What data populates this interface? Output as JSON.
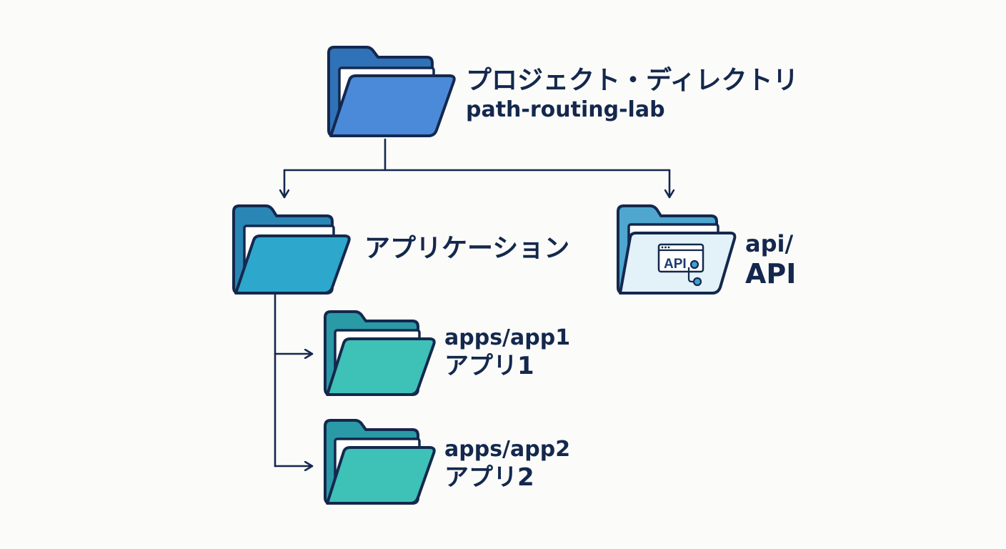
{
  "colors": {
    "ink": "#14284d",
    "root_front": "#4a8ad8",
    "root_back": "#2f72b8",
    "app_front": "#2ea7cc",
    "app_back": "#2a86b5",
    "sub_front": "#3ec1b6",
    "sub_back": "#2a9aa6",
    "api_front": "#e3f1f8",
    "api_back": "#4fa7cf",
    "paper": "#ffffff",
    "background": "#fbfbf9"
  },
  "root": {
    "icon": "folder-open-icon",
    "title": "プロジェクト・ディレクトリ",
    "subtitle": "path-routing-lab"
  },
  "applications": {
    "icon": "folder-open-icon",
    "title": "アプリケーション"
  },
  "api": {
    "icon": "folder-api-icon",
    "badge": "API",
    "path": "api/",
    "title": "API"
  },
  "app1": {
    "icon": "folder-open-icon",
    "path": "apps/app1",
    "title": "アプリ1"
  },
  "app2": {
    "icon": "folder-open-icon",
    "path": "apps/app2",
    "title": "アプリ2"
  }
}
